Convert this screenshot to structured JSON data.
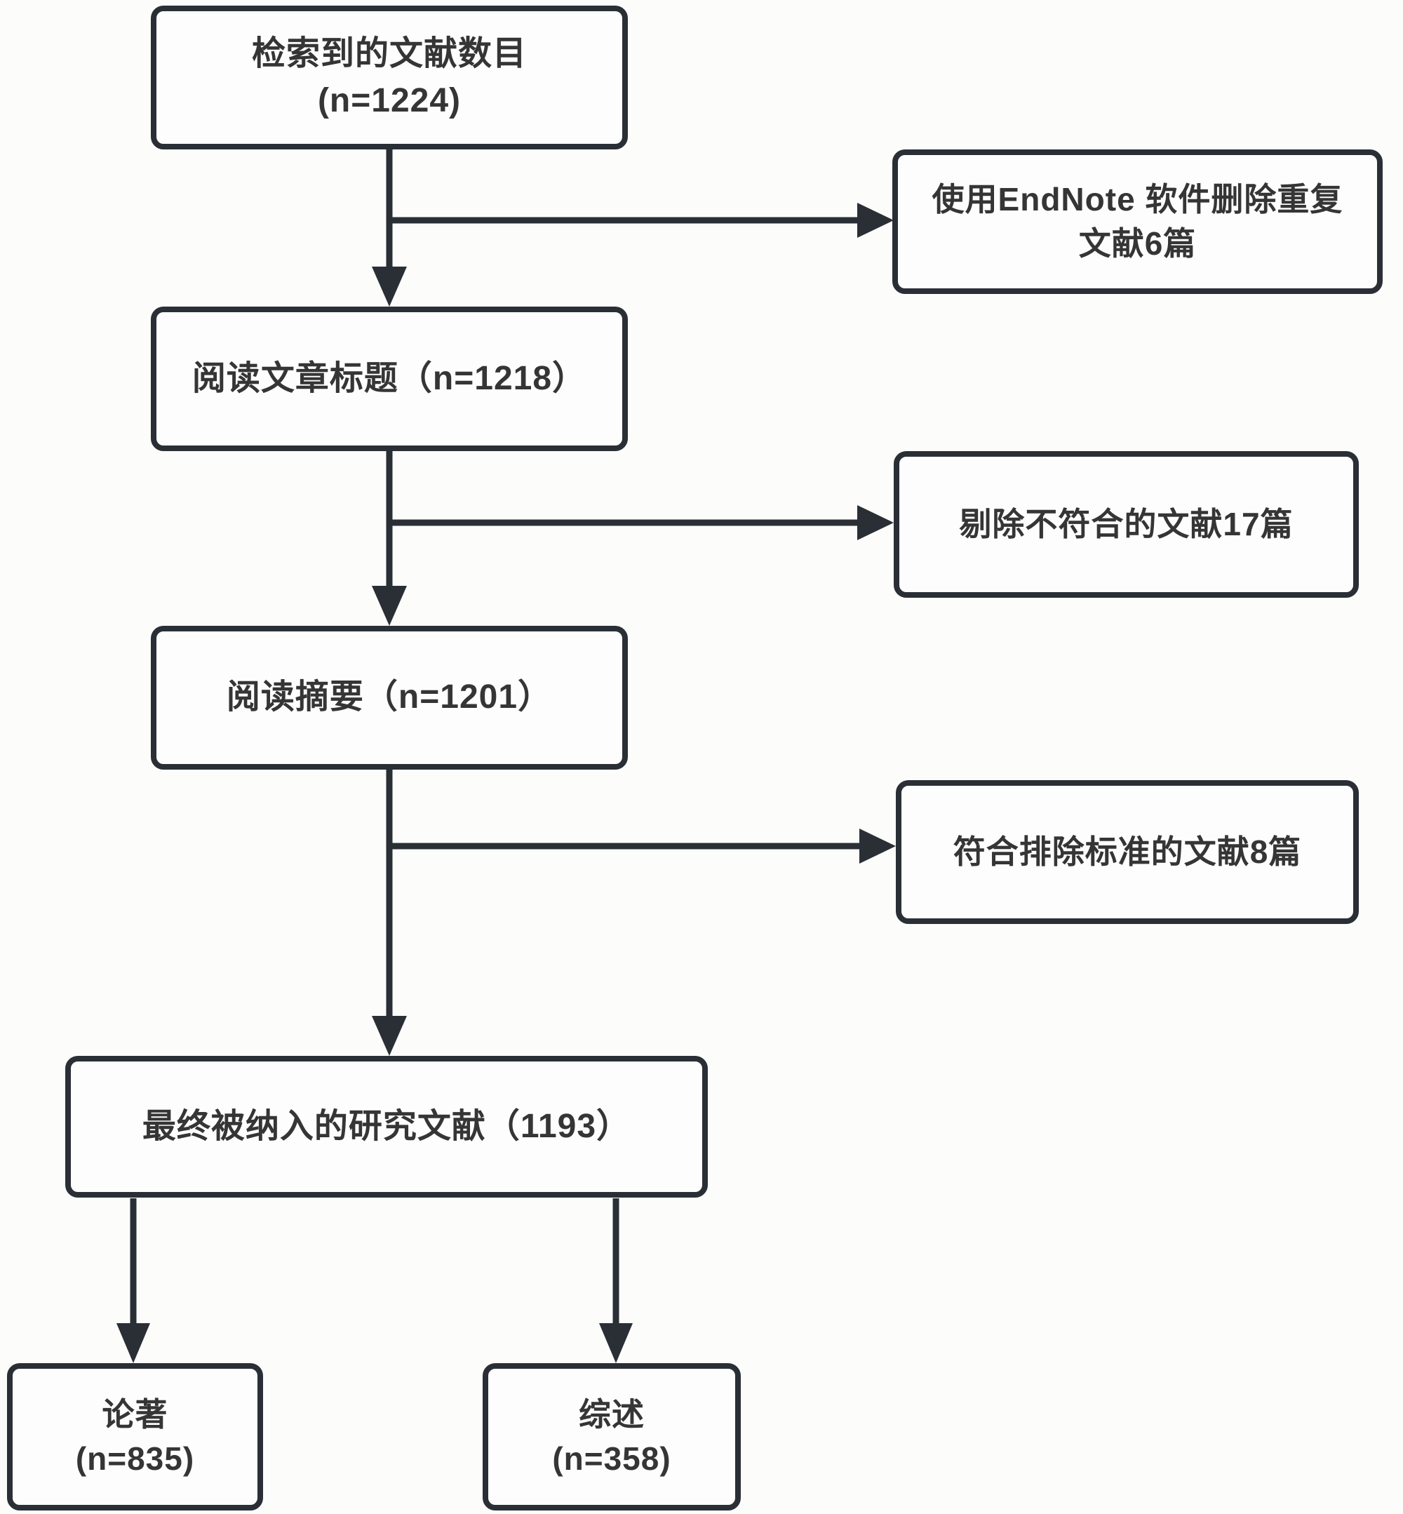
{
  "diagram": {
    "type": "flowchart",
    "colors": {
      "box_border": "#2a2f36",
      "connector": "#2a2f36",
      "text": "#353535",
      "box_fill": "#fdfdfd",
      "background": "#fcfcfb"
    },
    "nodes": {
      "retrieved": {
        "line1": "检索到的文献数目",
        "line2": "(n=1224)"
      },
      "dedupe": {
        "line1": "使用EndNote 软件删除重复",
        "line2": "文献6篇"
      },
      "title_screen": {
        "label": "阅读文章标题（n=1218）"
      },
      "excluded_titles": {
        "label": "剔除不符合的文献17篇"
      },
      "abstract_screen": {
        "label": "阅读摘要（n=1201）"
      },
      "excluded_abstracts": {
        "label": "符合排除标准的文献8篇"
      },
      "included": {
        "label": "最终被纳入的研究文献（1193）"
      },
      "articles": {
        "line1": "论著",
        "line2": "(n=835)"
      },
      "reviews": {
        "line1": "综述",
        "line2": "(n=358)"
      }
    },
    "edges": [
      {
        "from": "retrieved",
        "to": "title_screen"
      },
      {
        "from": "retrieved",
        "to": "dedupe"
      },
      {
        "from": "title_screen",
        "to": "abstract_screen"
      },
      {
        "from": "title_screen",
        "to": "excluded_titles"
      },
      {
        "from": "abstract_screen",
        "to": "included"
      },
      {
        "from": "abstract_screen",
        "to": "excluded_abstracts"
      },
      {
        "from": "included",
        "to": "articles"
      },
      {
        "from": "included",
        "to": "reviews"
      }
    ]
  }
}
